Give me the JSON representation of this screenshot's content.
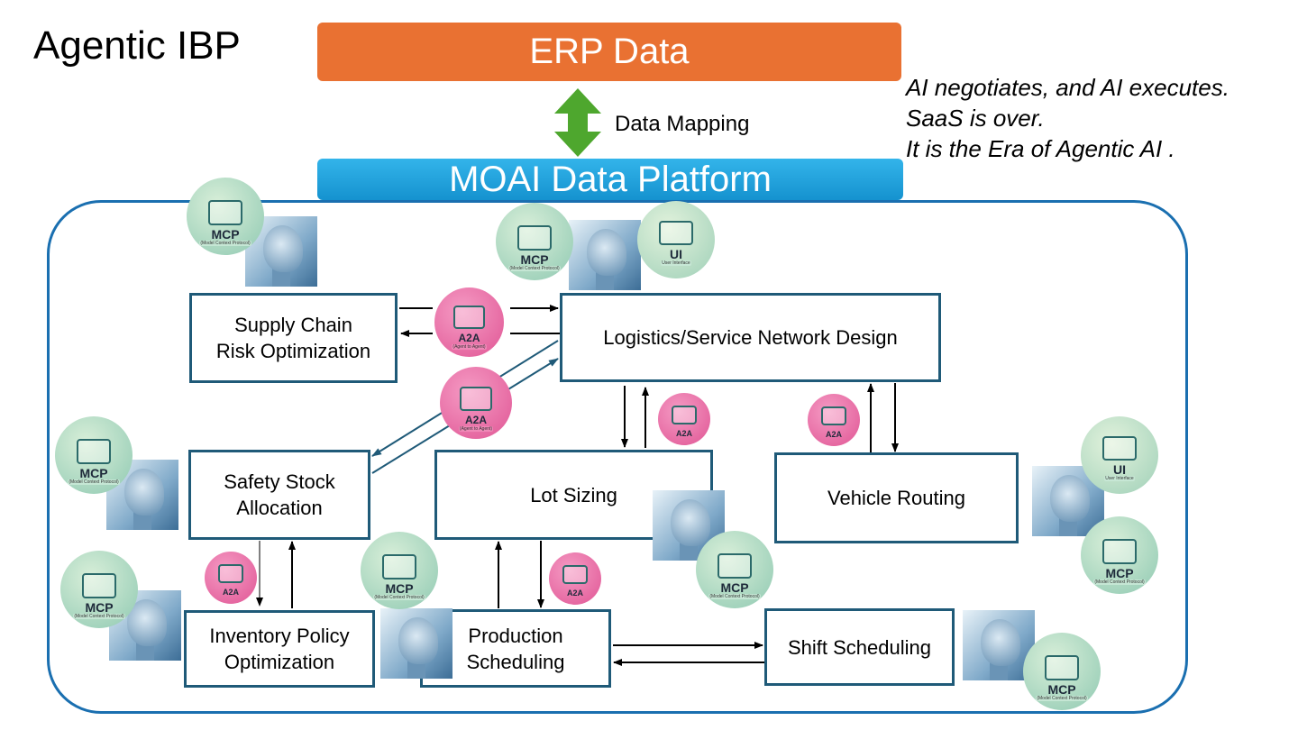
{
  "title": "Agentic IBP",
  "erp": "ERP Data",
  "mapping": "Data Mapping",
  "platform": "MOAI Data Platform",
  "tagline": [
    "AI negotiates, and AI executes.",
    "SaaS is over.",
    "It is the Era of Agentic AI ."
  ],
  "colors": {
    "erp": "#E97132",
    "platform": "#1C9ED8",
    "arrow": "#4EA72E",
    "container": "#1A6FB0",
    "box_border": "#1F5A78",
    "a2a": "#E8639F",
    "mcp": "#A8D8C0"
  },
  "modules": {
    "supply_chain": "Supply Chain\nRisk Optimization",
    "logistics": "Logistics/Service Network Design",
    "safety_stock": "Safety Stock\nAllocation",
    "lot_sizing": "Lot Sizing",
    "vehicle_routing": "Vehicle Routing",
    "inventory_policy": "Inventory Policy\nOptimization",
    "production_scheduling": "Production\nScheduling",
    "shift_scheduling": "Shift Scheduling"
  },
  "badges": {
    "mcp": "MCP",
    "mcp_sub": "(Model Context Protocol)",
    "ui": "UI",
    "ui_sub": "User Interface",
    "a2a": "A2A",
    "a2a_sub": "(Agent to Agent)"
  }
}
